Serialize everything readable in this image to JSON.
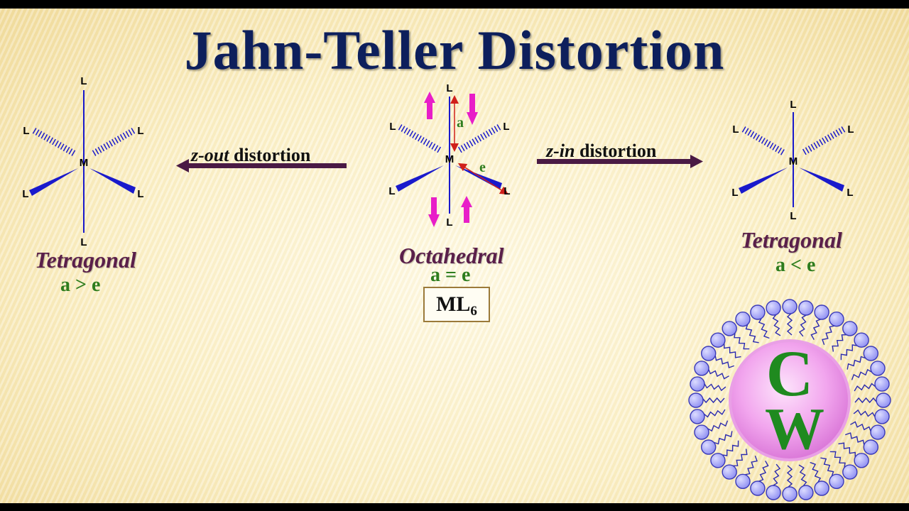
{
  "title": "Jahn-Teller Distortion",
  "molecules": {
    "left": {
      "center": "M",
      "ligand": "L",
      "geometry": "Tetragonal",
      "relation": "a > e"
    },
    "middle": {
      "center": "M",
      "ligand": "L",
      "geometry": "Octahedral",
      "relation": "a = e",
      "bond_label_axial": "a",
      "bond_label_equatorial": "e"
    },
    "right": {
      "center": "M",
      "ligand": "L",
      "geometry": "Tetragonal",
      "relation": "a < e"
    }
  },
  "arrows": {
    "z_out": {
      "prefix": "z-out",
      "suffix": " distortion"
    },
    "z_in": {
      "prefix": "z-in",
      "suffix": " distortion"
    }
  },
  "formula": {
    "base": "ML",
    "subscript": "6"
  },
  "logo": {
    "letters": [
      "C",
      "W"
    ]
  },
  "colors": {
    "title": "#0d1f5c",
    "bond": "#1a1acc",
    "geometry_label": "#5a1f4a",
    "relation_label": "#2e7d1e",
    "distortion_arrow": "#4a1a44",
    "motion_arrow": "#e81ec8",
    "measure_arrow": "#d0201a",
    "logo_letters": "#1f8a1f",
    "logo_bubbles": "#8f8ff2"
  }
}
